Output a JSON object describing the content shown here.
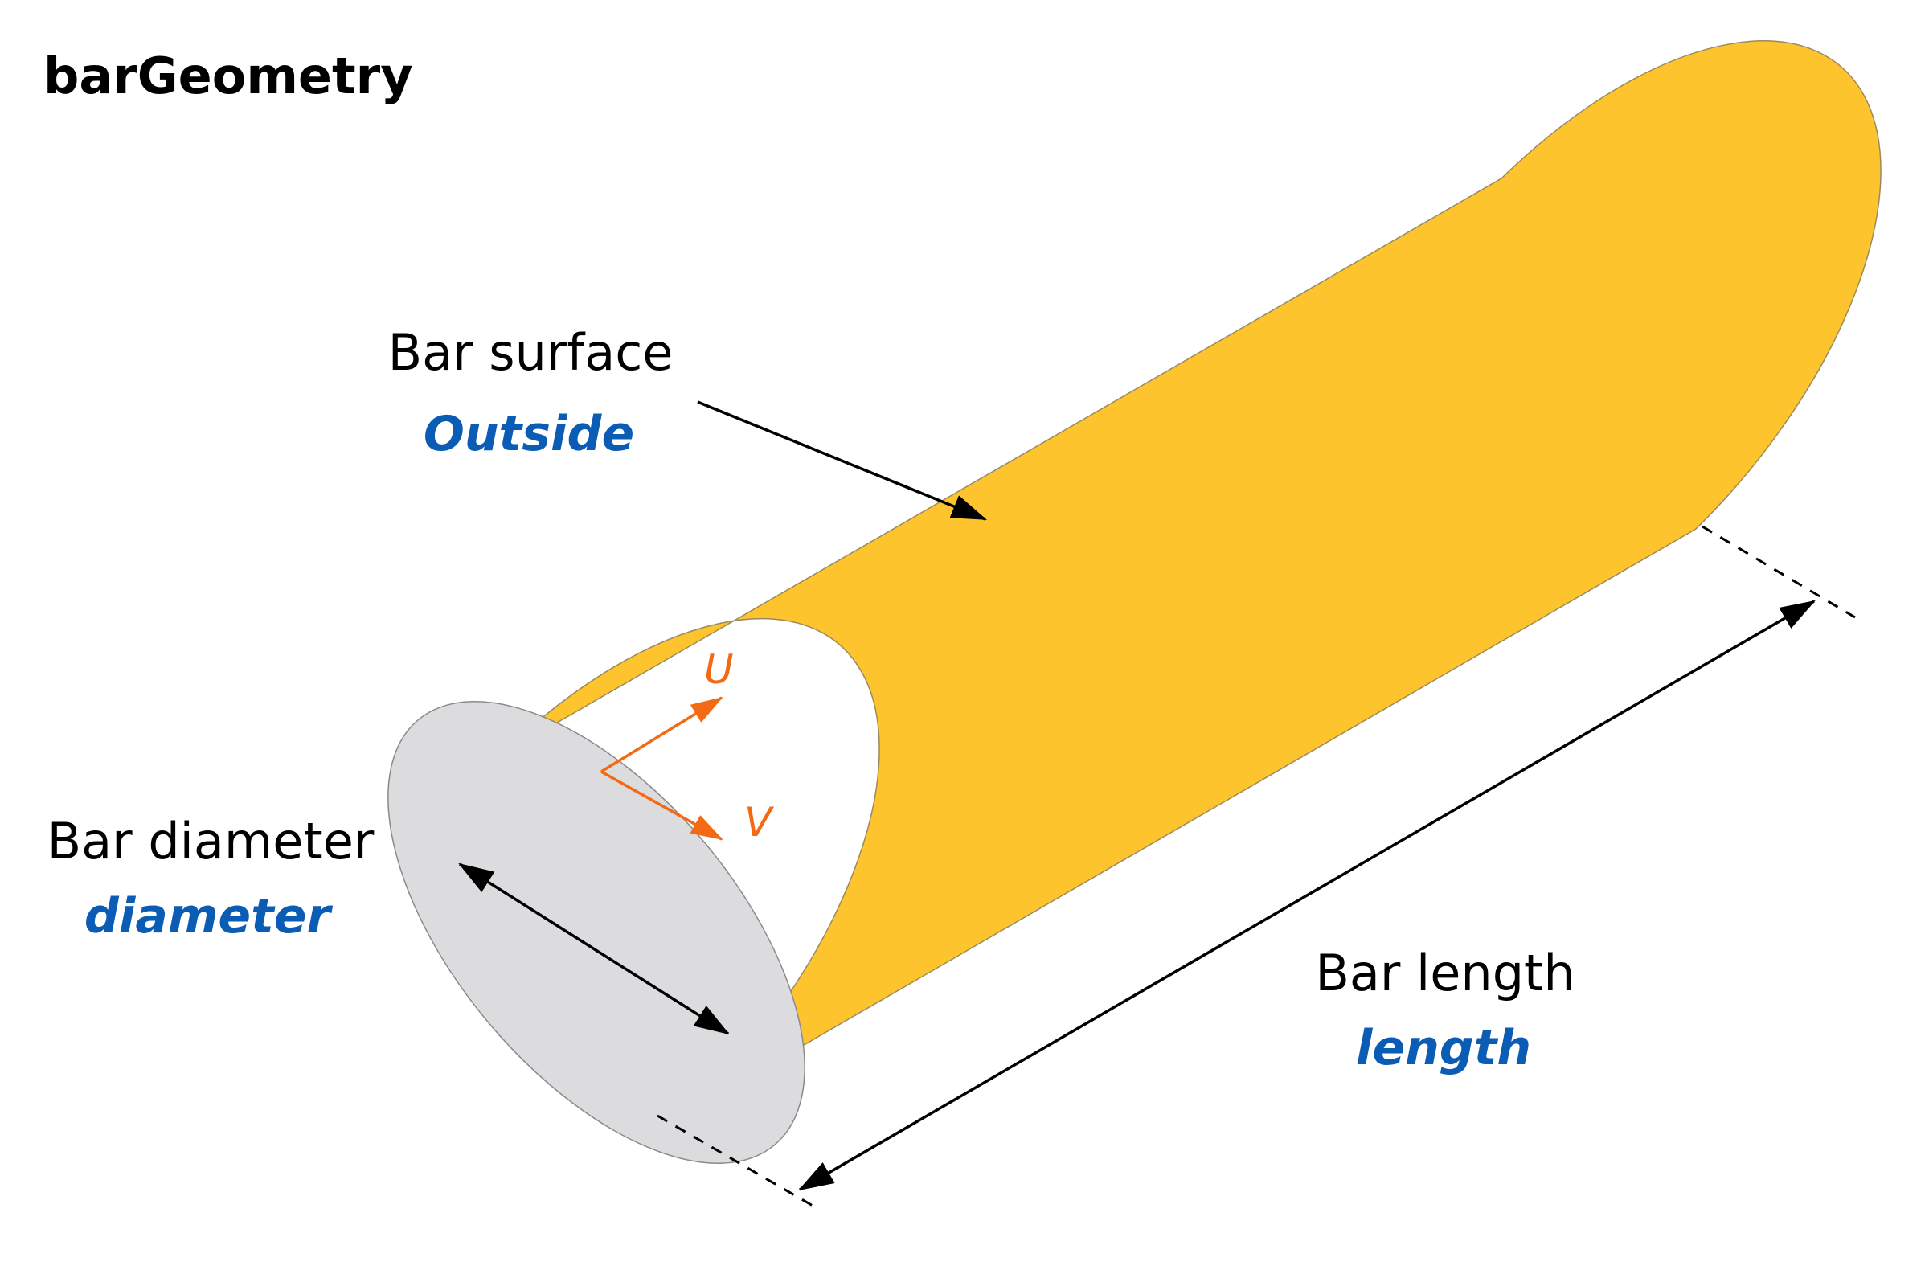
{
  "title": "barGeometry",
  "colors": {
    "bar_surface": "#fdc42d",
    "bar_end_face": "#dcdcdf",
    "edge": "#8a8a8a",
    "parameter": "#0b5cb5",
    "axis": "#f26a13",
    "arrow": "#000000"
  },
  "labels": {
    "surface": {
      "caption": "Bar surface",
      "parameter": "Outside"
    },
    "diameter": {
      "caption": "Bar diameter",
      "parameter": "diameter"
    },
    "length": {
      "caption": "Bar length",
      "parameter": "length"
    }
  },
  "axes": {
    "u": {
      "label": "U"
    },
    "v": {
      "label": "V"
    }
  },
  "icons": [
    "dimension-arrow-icon",
    "leader-arrow-icon",
    "axis-arrow-icon"
  ]
}
